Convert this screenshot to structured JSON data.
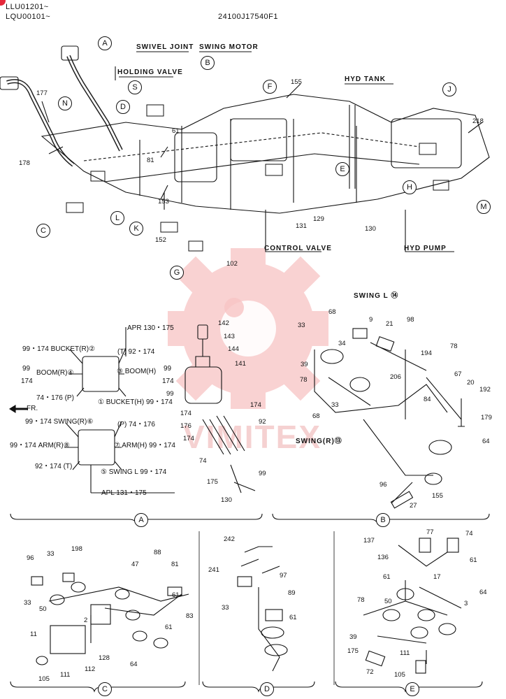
{
  "header": {
    "serial_1": "LLU01201~",
    "serial_2": "LQU00101~",
    "drawing_no": "24100J17540F1"
  },
  "top_view": {
    "captions": {
      "swivel_joint": "SWIVEL JOINT",
      "swing_motor": "SWING MOTOR",
      "holding_valve": "HOLDING VALVE",
      "hyd_tank": "HYD TANK",
      "control_valve": "CONTROL VALVE",
      "hyd_pump": "HYD PUMP"
    },
    "view_markers": [
      "A",
      "B",
      "S",
      "D",
      "F",
      "N",
      "J",
      "E",
      "H",
      "M",
      "L",
      "C",
      "K",
      "G"
    ],
    "part_numbers": [
      "177",
      "178",
      "61",
      "81",
      "155",
      "218",
      "153",
      "152",
      "131",
      "129",
      "130",
      "102"
    ]
  },
  "detail_a": {
    "apr_label": "APR 130・175",
    "apl_label": "APL 131・175",
    "fr_label": "FR.",
    "ports": {
      "bucket_r": "99・174 BUCKET(R)②",
      "t_top": "(T) 92・174",
      "boom_r": "BOOM(R)④",
      "boom_r_num_a": "99",
      "boom_r_num_b": "174",
      "boom_h": "③ BOOM(H)",
      "p_top": "74・176 (P)",
      "bucket_h": "① BUCKET(H) 99・174",
      "swing_r": "99・174 SWING(R)⑥",
      "p_bot": "(P) 74・176",
      "arm_r": "99・174 ARM(R)⑧",
      "arm_h": "⑦ ARM(H) 99・174",
      "t_bot": "92・174 (T)",
      "swing_l": "⑤ SWING L 99・174",
      "boom_h_num_a": "99",
      "boom_h_num_b": "174"
    },
    "part_numbers": [
      "142",
      "143",
      "144",
      "141",
      "99",
      "174",
      "174",
      "176",
      "174",
      "92",
      "74",
      "99",
      "175",
      "130"
    ]
  },
  "detail_b": {
    "swing_l": "SWING L ⑭",
    "swing_r": "SWING(R)⑬",
    "part_numbers": [
      "68",
      "33",
      "9",
      "21",
      "98",
      "34",
      "39",
      "78",
      "33",
      "206",
      "194",
      "78",
      "67",
      "20",
      "192",
      "84",
      "179",
      "68",
      "64",
      "96",
      "155",
      "27"
    ]
  },
  "detail_c": {
    "part_numbers": [
      "96",
      "33",
      "198",
      "47",
      "88",
      "81",
      "33",
      "50",
      "61",
      "83",
      "2",
      "61",
      "11",
      "128",
      "64",
      "105",
      "111",
      "112"
    ]
  },
  "detail_d": {
    "part_numbers": [
      "242",
      "241",
      "97",
      "33",
      "89",
      "61"
    ]
  },
  "detail_e": {
    "part_numbers": [
      "137",
      "77",
      "74",
      "136",
      "61",
      "17",
      "61",
      "64",
      "78",
      "50",
      "3",
      "39",
      "175",
      "111",
      "72",
      "105"
    ]
  },
  "section_labels": [
    "A",
    "B",
    "C",
    "D",
    "E"
  ],
  "watermark": "VIMITEX",
  "colors": {
    "line": "#111111",
    "watermark": "#f5b5b5",
    "corner_badge": "#e5283a"
  }
}
